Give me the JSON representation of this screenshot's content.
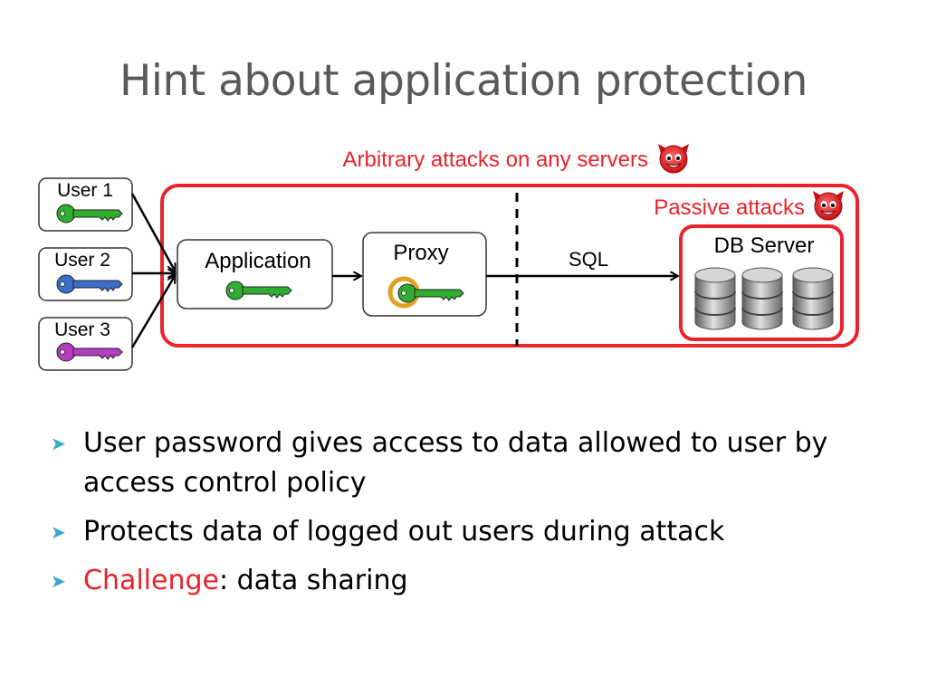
{
  "slide": {
    "title": "Hint about application protection"
  },
  "diagram": {
    "arbitrary_label": "Arbitrary attacks on any servers",
    "passive_label": "Passive attacks",
    "users": [
      {
        "label": "User 1",
        "key_color": "#2fae2f"
      },
      {
        "label": "User 2",
        "key_color": "#3c6fc9"
      },
      {
        "label": "User 3",
        "key_color": "#b43cc0"
      }
    ],
    "application_label": "Application",
    "application_key_color": "#2fae2f",
    "proxy_label": "Proxy",
    "proxy_key_color": "#2fae2f",
    "sql_label": "SQL",
    "db_label": "DB Server",
    "attack_color": "#e8232a",
    "devil_color": "#e8232a",
    "icons": {
      "key": "key-icon",
      "devil": "devil-face-icon",
      "database": "database-cylinder-icon"
    }
  },
  "bullets": [
    {
      "text": "User password gives access to data allowed to user by access control policy"
    },
    {
      "text": "Protects data of logged out users during attack"
    },
    {
      "highlight": "Challenge",
      "rest": ": data sharing"
    }
  ]
}
